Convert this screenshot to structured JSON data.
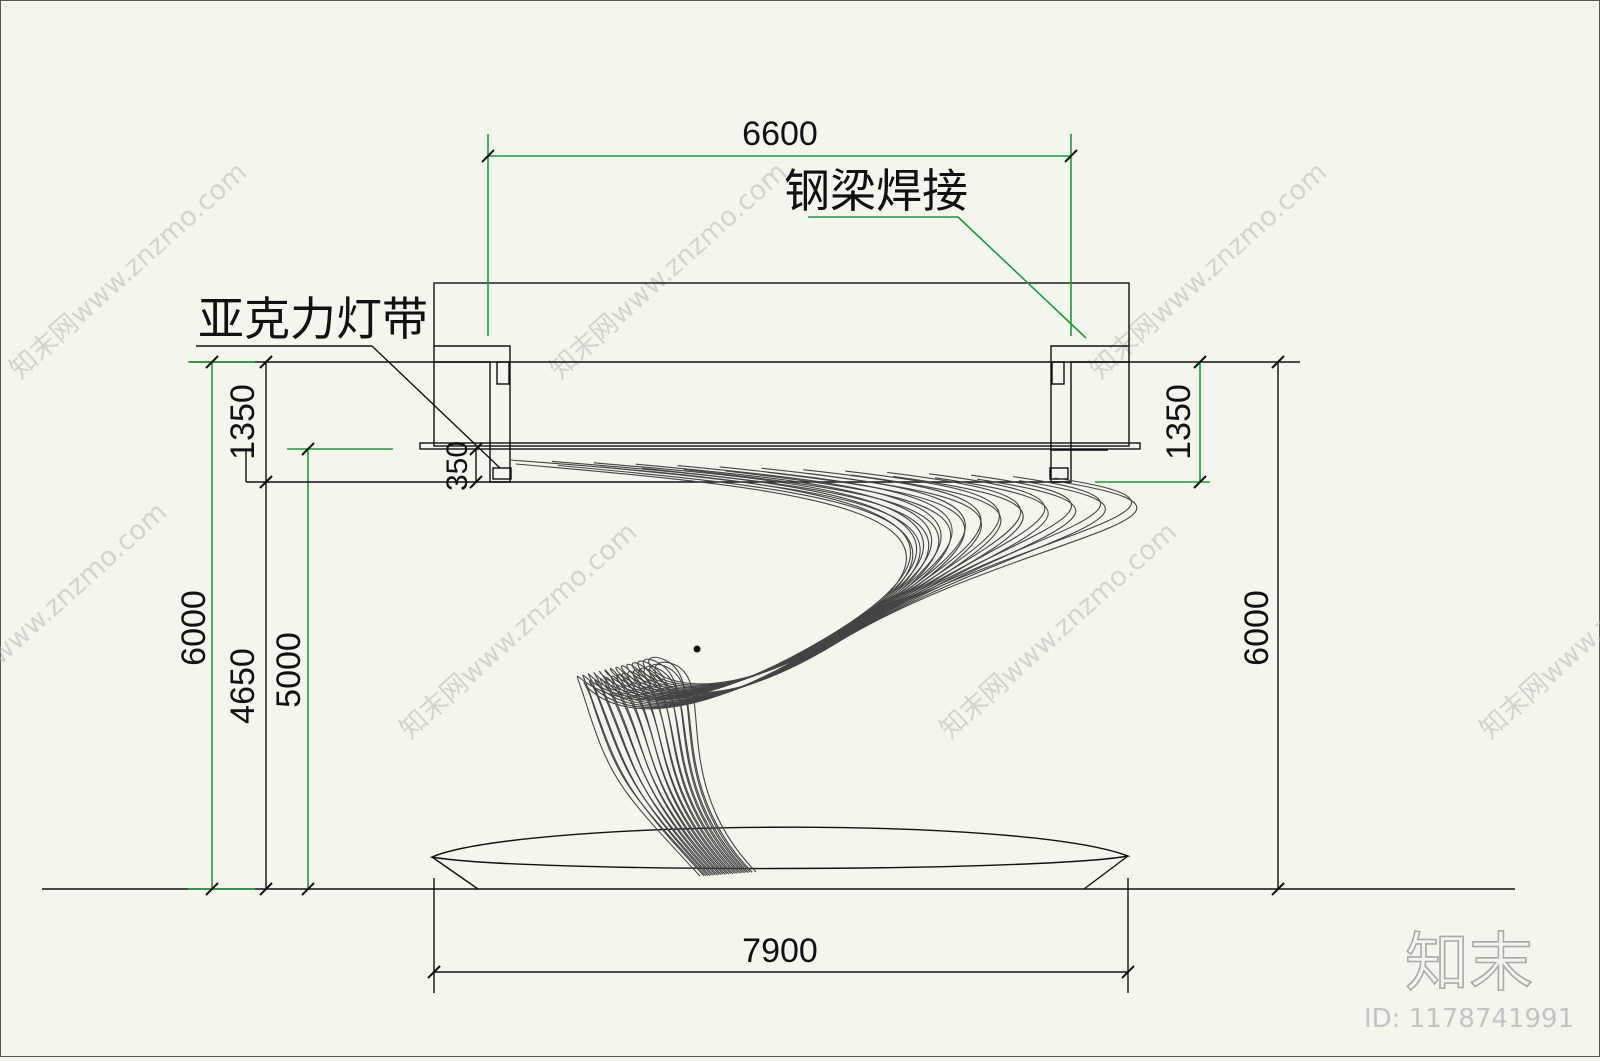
{
  "dimensions": {
    "top_width": "6600",
    "bottom_width": "7900",
    "left_total_height": "6000",
    "left_upper_segment": "1350",
    "left_small_segment": "350",
    "left_lower_segment": "4650",
    "left_inner_height": "5000",
    "right_upper_segment": "1350",
    "right_total_height": "6000"
  },
  "annotations": {
    "steel_beam_weld": "钢梁焊接",
    "acrylic_light_strip": "亚克力灯带"
  },
  "watermark": {
    "text": "知末网www.znzmo.com",
    "brand": "知末",
    "id_label": "ID: 1178741991"
  },
  "colors": {
    "background": "#f4f5ec",
    "dimension_green": "#1d9a3c",
    "line_black": "#111111"
  }
}
